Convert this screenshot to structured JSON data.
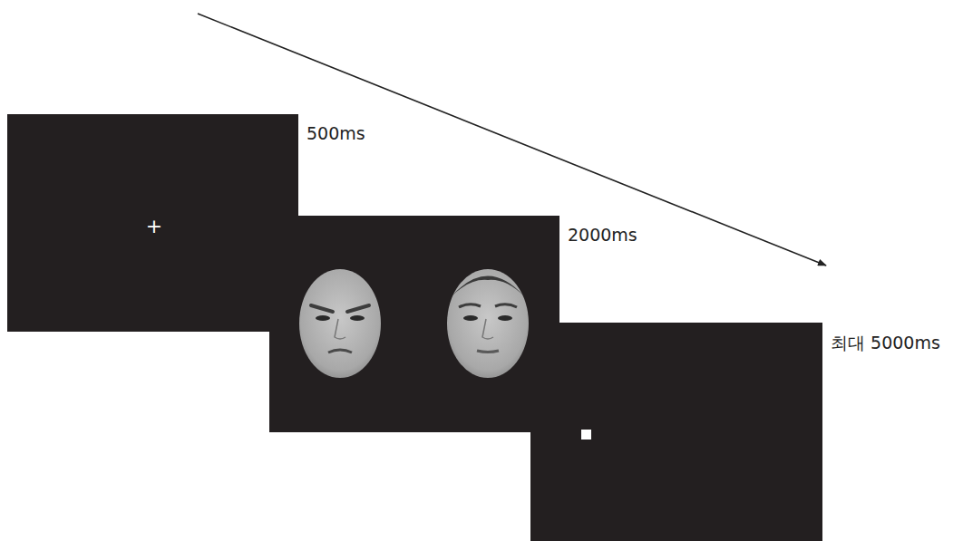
{
  "diagram": {
    "nodes": [
      {
        "text": [
          "500ms",
          "+"
        ]
      },
      {
        "text": [
          "2000ms"
        ]
      },
      {
        "text": [
          "최대 5000ms"
        ]
      }
    ]
  }
}
